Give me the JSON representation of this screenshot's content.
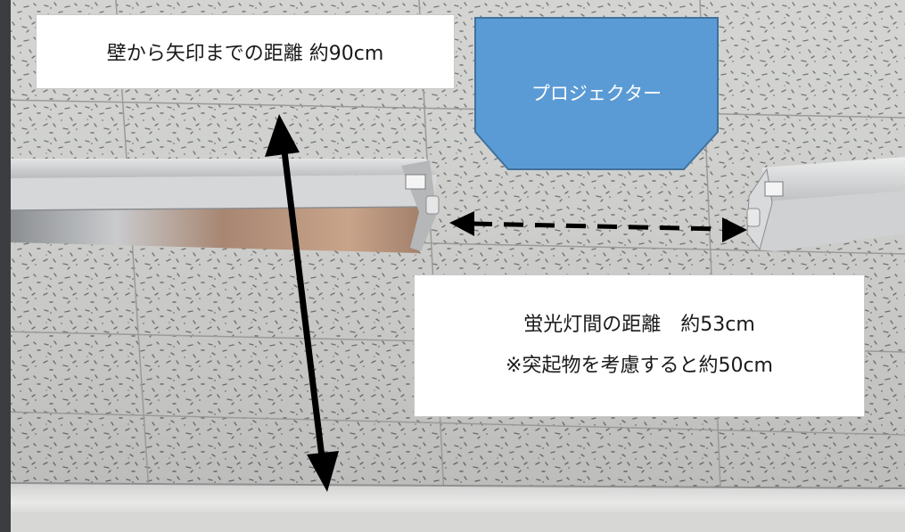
{
  "callouts": {
    "wall_distance": "壁から矢印までの距離 約90cm",
    "projector": "プロジェクター",
    "light_gap_line1": "蛍光灯間の距離　約53cm",
    "light_gap_line2": "※突起物を考慮すると約50cm"
  },
  "colors": {
    "projector_fill": "#5b9bd5",
    "projector_stroke": "#41719c",
    "ceiling": "#d2d3d0",
    "arrow": "#000000",
    "callout_bg": "#ffffff"
  },
  "icons": {
    "double_arrow_solid": "double-headed-arrow",
    "double_arrow_dashed": "dashed-double-headed-arrow"
  }
}
